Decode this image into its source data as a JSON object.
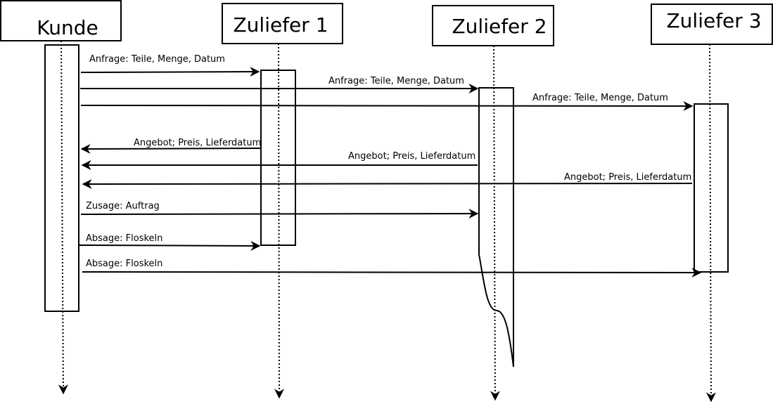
{
  "actors": [
    {
      "id": "kunde",
      "name": "Kunde"
    },
    {
      "id": "z1",
      "name": "Zuliefer 1"
    },
    {
      "id": "z2",
      "name": "Zuliefer 2"
    },
    {
      "id": "z3",
      "name": "Zuliefer 3"
    }
  ],
  "messages": [
    {
      "from": "kunde",
      "to": "z1",
      "label": "Anfrage: Teile, Menge, Datum"
    },
    {
      "from": "kunde",
      "to": "z2",
      "label": "Anfrage: Teile, Menge, Datum"
    },
    {
      "from": "kunde",
      "to": "z3",
      "label": "Anfrage: Teile, Menge, Datum"
    },
    {
      "from": "z1",
      "to": "kunde",
      "label": "Angebot; Preis, Lieferdatum"
    },
    {
      "from": "z2",
      "to": "kunde",
      "label": "Angebot; Preis, Lieferdatum"
    },
    {
      "from": "z3",
      "to": "kunde",
      "label": "Angebot; Preis, Lieferdatum"
    },
    {
      "from": "kunde",
      "to": "z2",
      "label": "Zusage: Auftrag"
    },
    {
      "from": "kunde",
      "to": "z1",
      "label": "Absage: Floskeln"
    },
    {
      "from": "kunde",
      "to": "z3",
      "label": "Absage: Floskeln"
    }
  ]
}
